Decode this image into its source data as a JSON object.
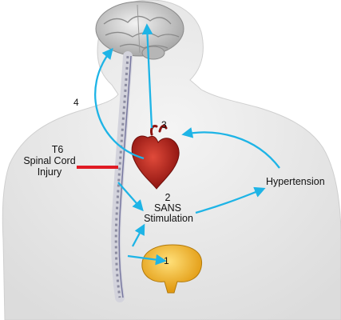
{
  "labels": {
    "injury_level": "T6",
    "injury_name_1": "Spinal Cord",
    "injury_name_2": "Injury",
    "sans_num": "2",
    "sans_1": "SANS",
    "sans_2": "Stimulation",
    "hypertension": "Hypertension"
  },
  "steps": {
    "bladder": "1",
    "heart": "3",
    "brain": "4"
  },
  "colors": {
    "arrow": "#1eb4e6",
    "injury_bar": "#e01b24",
    "heart": "#c6241c",
    "bladder": "#f0b323",
    "brain": "#d9d9d9",
    "spine": "#9a9aa8",
    "silhouette": "#e8e8e8"
  },
  "icons": {
    "brain": "brain-icon",
    "heart": "heart-icon",
    "bladder": "bladder-icon",
    "spine": "spine-icon"
  }
}
